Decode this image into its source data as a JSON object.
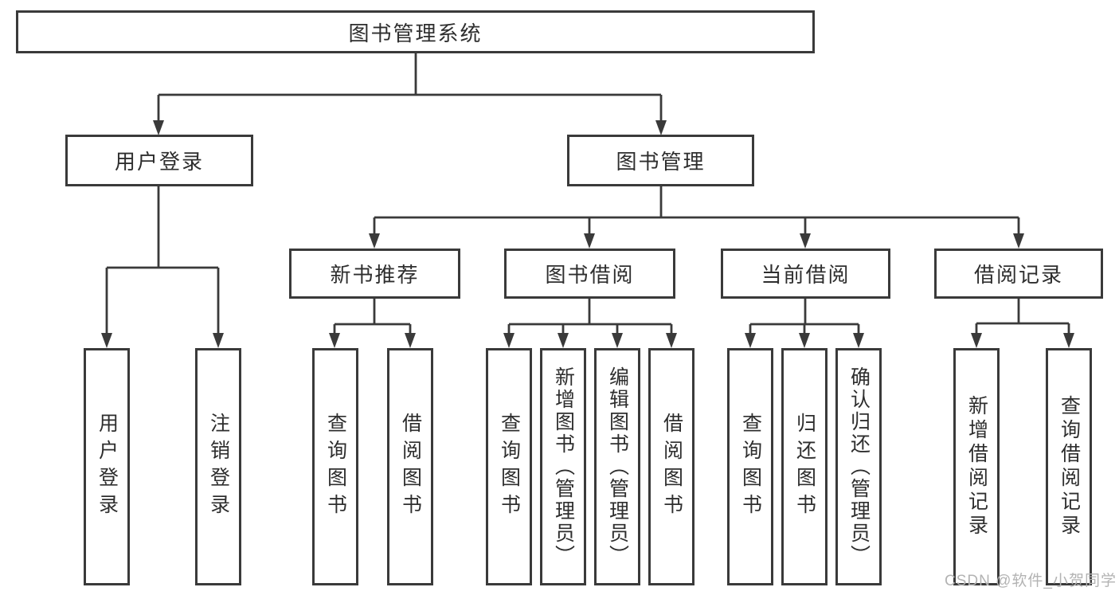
{
  "diagram": {
    "root": {
      "label": "图书管理系统"
    },
    "level2": [
      {
        "label": "用户登录"
      },
      {
        "label": "图书管理"
      }
    ],
    "level3": [
      {
        "label": "新书推荐",
        "parent": "图书管理"
      },
      {
        "label": "图书借阅",
        "parent": "图书管理"
      },
      {
        "label": "当前借阅",
        "parent": "图书管理"
      },
      {
        "label": "借阅记录",
        "parent": "图书管理"
      }
    ],
    "leaves": [
      {
        "label": "用户登录",
        "parent": "用户登录"
      },
      {
        "label": "注销登录",
        "parent": "用户登录"
      },
      {
        "label": "查询图书",
        "parent": "新书推荐"
      },
      {
        "label": "借阅图书",
        "parent": "新书推荐"
      },
      {
        "label": "查询图书",
        "parent": "图书借阅"
      },
      {
        "label": "新增图书（管理员）",
        "parent": "图书借阅"
      },
      {
        "label": "编辑图书（管理员）",
        "parent": "图书借阅"
      },
      {
        "label": "借阅图书",
        "parent": "图书借阅"
      },
      {
        "label": "查询图书",
        "parent": "当前借阅"
      },
      {
        "label": "归还图书",
        "parent": "当前借阅"
      },
      {
        "label": "确认归还（管理员）",
        "parent": "当前借阅"
      },
      {
        "label": "新增借阅记录",
        "parent": "借阅记录"
      },
      {
        "label": "查询借阅记录",
        "parent": "借阅记录"
      }
    ]
  },
  "watermark": {
    "text": "CSDN @软件_小贺同学"
  },
  "colors": {
    "line": "#3a3a3a",
    "text": "#2e2e2e",
    "watermark": "#b3b3b3",
    "background": "#ffffff"
  }
}
